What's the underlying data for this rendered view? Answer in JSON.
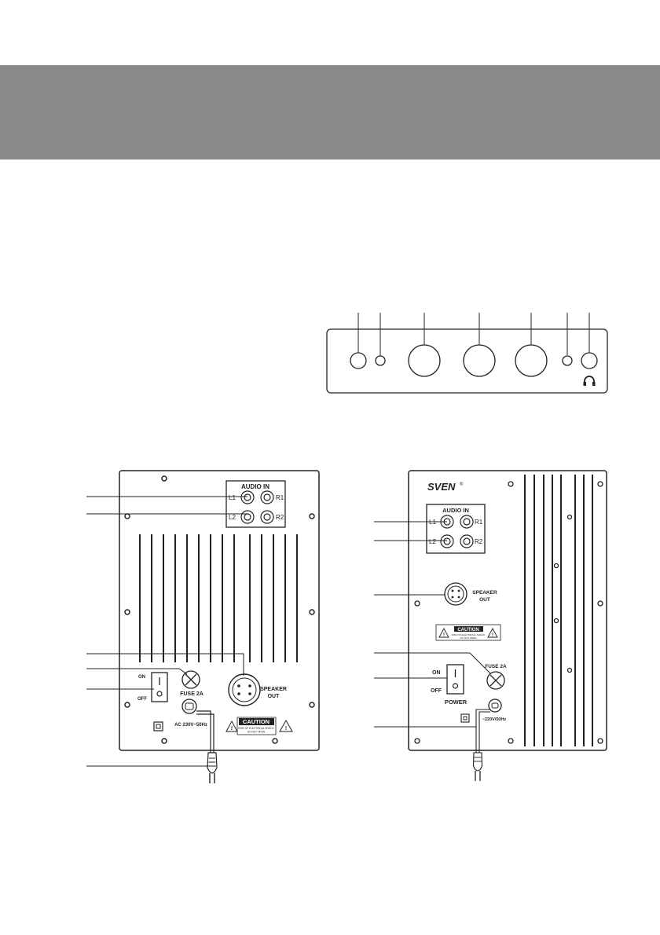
{
  "left_panel": {
    "audio_in": "AUDIO IN",
    "l1": "L1",
    "r1": "R1",
    "l2": "L2",
    "r2": "R2",
    "on": "ON",
    "off": "OFF",
    "fuse": "FUSE 2A",
    "speaker_out_1": "SPEAKER",
    "speaker_out_2": "OUT",
    "ac_label": "AC 230V~50Hz",
    "caution_title": "CAUTION",
    "caution_line1": "RISK OF ELECTRICAL SHOCK",
    "caution_line2": "DO NOT OPEN"
  },
  "right_panel": {
    "brand": "SVEN",
    "brand_mark": "®",
    "audio_in": "AUDIO IN",
    "l1": "L1",
    "r1": "R1",
    "l2": "L2",
    "r2": "R2",
    "speaker_out_1": "SPEAKER",
    "speaker_out_2": "OUT",
    "caution_title": "CAUTION",
    "caution_line1": "RISK OF ELECTRICAL SHOCK",
    "caution_line2": "DO NOT OPEN",
    "fuse": "FUSE 2A",
    "on": "ON",
    "off": "OFF",
    "power": "POWER",
    "ac_label": "~220V/50Hz"
  },
  "icons": {
    "headphones": "headphones-icon",
    "warning": "warning-triangle-icon",
    "fuse": "fuse-cross-icon",
    "power_plug": "power-plug-icon"
  }
}
